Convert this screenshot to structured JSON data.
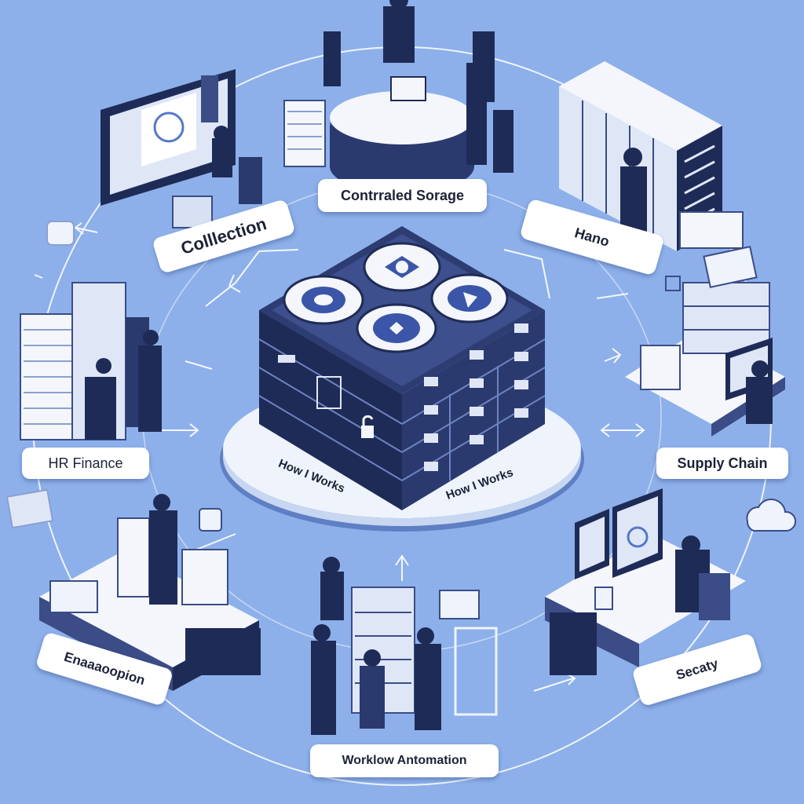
{
  "colors": {
    "background": "#8db0ea",
    "navy": "#1f2b57",
    "steel": "#3b4c86",
    "paper": "#f4f6fb",
    "ring": "#eaf0fc",
    "accent": "#5578c8"
  },
  "labels": {
    "storage": "Contrraled Sorage",
    "collection": "Colllection",
    "hano": "Hano",
    "hr_finance": "HR Finance",
    "supply_chain": "Supply Chain",
    "encryption": "Enaaaoopion",
    "security": "Secaty",
    "workflow": "Worklow Antomation"
  },
  "center": {
    "left_text": "How I Works",
    "right_text": "How I Works"
  },
  "icons": [
    "lock-icon",
    "gear-icon",
    "globe-icon",
    "shield-icon",
    "cloud-icon",
    "check-icon"
  ]
}
